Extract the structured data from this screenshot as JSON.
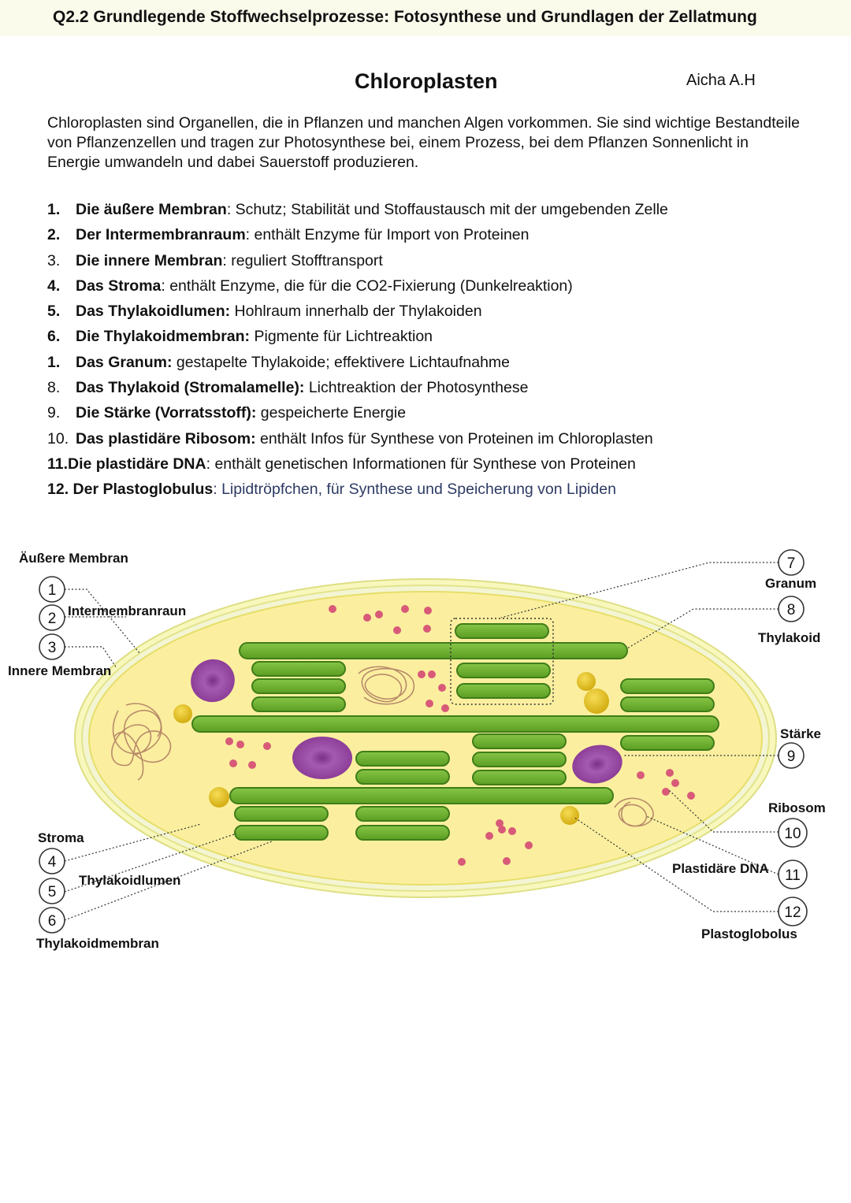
{
  "header": {
    "title": "Q2.2 Grundlegende Stoffwechselprozesse: Fotosynthese und Grundlagen der Zellatmung"
  },
  "document": {
    "title": "Chloroplasten",
    "author": "Aicha A.H",
    "intro": "Chloroplasten sind Organellen, die in Pflanzen und manchen Algen vorkommen. Sie sind wichtige Bestandteile von Pflanzenzellen und tragen zur Photosynthese bei, einem Prozess, bei dem Pflanzen Sonnenlicht in Energie umwandeln und dabei Sauerstoff produzieren."
  },
  "list": [
    {
      "num": "1.",
      "term": "Die äußere Membran",
      "desc": ": Schutz; Stabilität und Stoffaustausch mit der umgebenden Zelle"
    },
    {
      "num": "2.",
      "term": "Der Intermembranraum",
      "desc": ": enthält Enzyme für Import von Proteinen"
    },
    {
      "num": "3.",
      "term": "Die innere Membran",
      "desc": ": reguliert Stofftransport"
    },
    {
      "num": "4.",
      "term": "Das Stroma",
      "desc": ": enthält Enzyme, die für die CO2-Fixierung (Dunkelreaktion)"
    },
    {
      "num": "5.",
      "term": "Das Thylakoidlumen:",
      "desc": " Hohlraum innerhalb der Thylakoiden"
    },
    {
      "num": "6.",
      "term": "Die Thylakoidmembran:",
      "desc": " Pigmente für  Lichtreaktion"
    },
    {
      "num": "1.",
      "term": "Das Granum:",
      "desc": " gestapelte Thylakoide; effektivere Lichtaufnahme"
    },
    {
      "num": "8.",
      "term": "Das Thylakoid (Stromalamelle):",
      "desc": " Lichtreaktion der Photosynthese"
    },
    {
      "num": "9.",
      "term": "Die Stärke (Vorratsstoff):",
      "desc": " gespeicherte Energie"
    },
    {
      "num": "10.",
      "term": "Das plastidäre Ribosom:",
      "desc": " enthält Infos für Synthese von Proteinen im Chloroplasten"
    },
    {
      "num": "11.",
      "term": "Die plastidäre DNA",
      "desc": ": enthält genetischen Informationen für Synthese von Proteinen"
    },
    {
      "num": "12.",
      "term": "Der Plastoglobulus",
      "desc": ": Lipidtröpfchen, für Synthese und Speicherung von Lipiden"
    }
  ],
  "diagram": {
    "labels": {
      "outer_membrane": "Äußere Membran",
      "intermembrane": "Intermembranraun",
      "inner_membrane": "Innere Membran",
      "stroma": "Stroma",
      "thylakoid_lumen": "Thylakoidlumen",
      "thylakoid_membrane": "Thylakoidmembran",
      "granum": "Granum",
      "thylakoid": "Thylakoid",
      "starch": "Stärke",
      "ribosome": "Ribosom",
      "plastid_dna": "Plastidäre DNA",
      "plastoglobulus": "Plastoglobolus"
    },
    "numbers": {
      "n1": "1",
      "n2": "2",
      "n3": "3",
      "n4": "4",
      "n5": "5",
      "n6": "6",
      "n7": "7",
      "n8": "8",
      "n9": "9",
      "n10": "10",
      "n11": "11",
      "n12": "12"
    },
    "colors": {
      "outer": "#f7f7b8",
      "intermembrane": "#eef2c6",
      "stroma": "#fbef9f",
      "thylakoid": "#6aad2c",
      "thylakoid_dark": "#3f7d18",
      "starch": "#9c4ea8",
      "ribosome": "#d85a78",
      "plastoglobulus": "#e6c21d"
    }
  }
}
